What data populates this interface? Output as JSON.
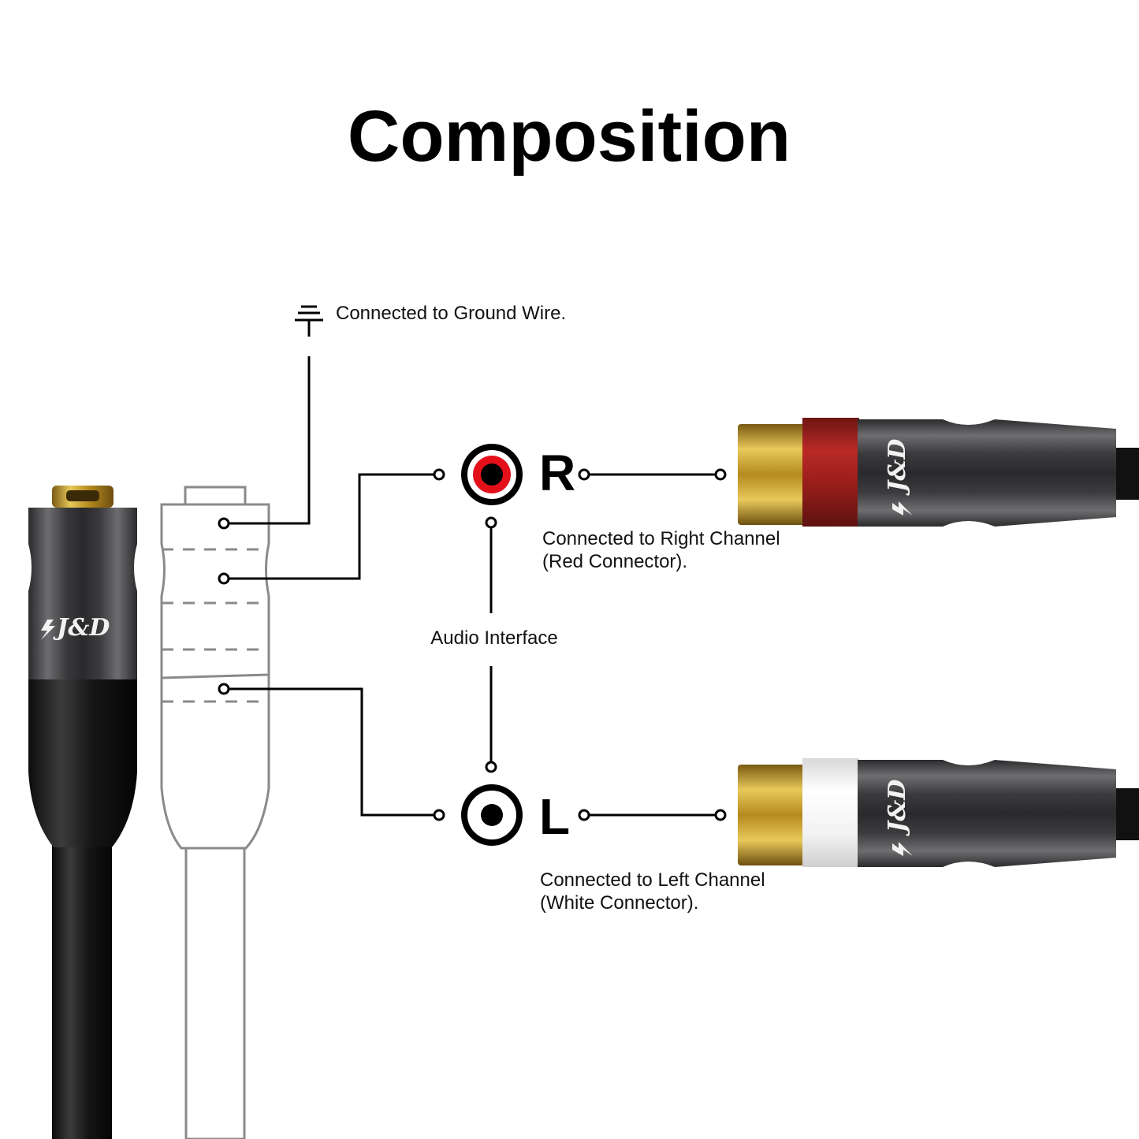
{
  "title": "Composition",
  "brand": "J&D",
  "labels": {
    "ground": "Connected to Ground Wire.",
    "right_channel_line1": "Connected to Right Channel",
    "right_channel_line2": "(Red Connector).",
    "audio_interface": "Audio Interface",
    "left_channel_line1": "Connected to Left Channel",
    "left_channel_line2": "(White Connector)."
  },
  "channels": {
    "right_letter": "R",
    "left_letter": "L"
  },
  "colors": {
    "red_band": "#a3201e",
    "red_jack": "#e3101a",
    "gold": "#c9a23a",
    "gunmetal": "#4a4a4c",
    "outline_gray": "#8a8a8a"
  },
  "icons": {
    "ground": "ground-icon",
    "right_jack": "rca-jack-red-icon",
    "left_jack": "rca-jack-white-icon",
    "brand_logo": "lightning-bolt-icon"
  }
}
